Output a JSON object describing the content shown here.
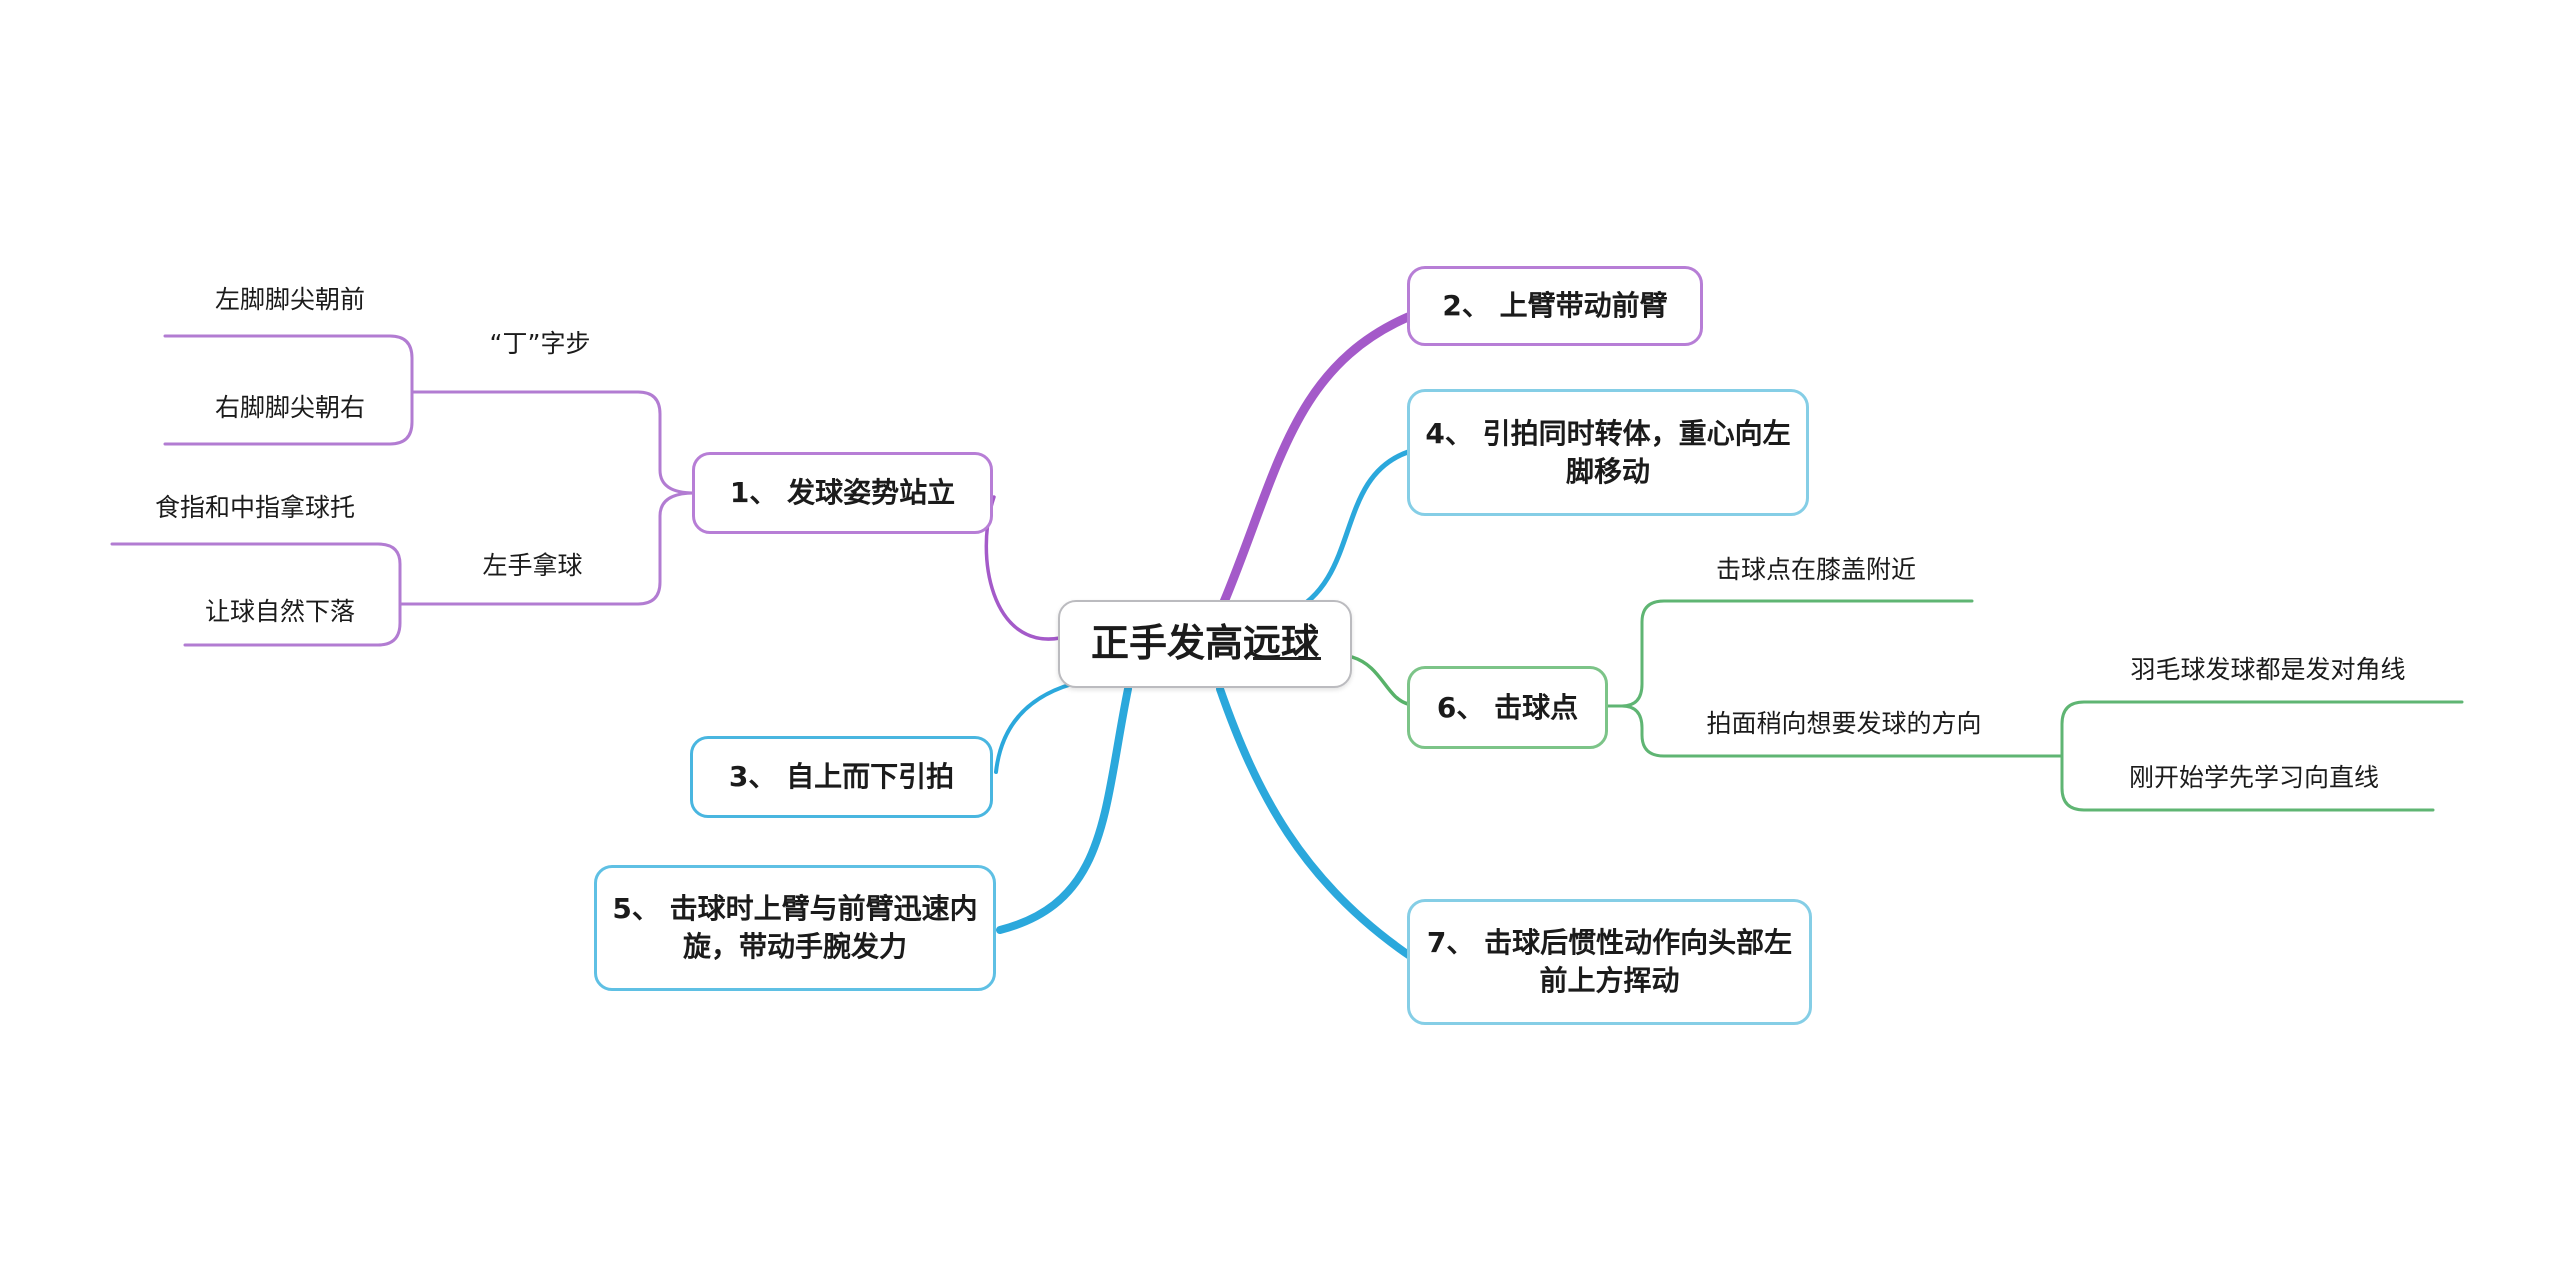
{
  "canvas": {
    "background": "#ffffff"
  },
  "colors": {
    "purple-line": "#a45ac9",
    "purple-sub-line": "#b27cd2",
    "blue-line": "#2ba8dc",
    "green-line": "#58b269",
    "green-sub-line": "#5fb573",
    "purple-border": "#b77ed6",
    "blue-border-strong": "#49b6e0",
    "blue-border-medium": "#5fc0e4",
    "blue-border-light": "#85cee6",
    "green-border": "#7cc488",
    "center-border": "#bbbbbf",
    "text": "#1b1b1b"
  },
  "center": {
    "label": "正手发高远球"
  },
  "nodes": [
    {
      "label": "1、 发球姿势站立"
    },
    {
      "label": "2、 上臂带动前臂"
    },
    {
      "label": "3、 自上而下引拍"
    },
    {
      "label": "4、 引拍同时转体，重心向左脚移动"
    },
    {
      "label": "5、 击球时上臂与前臂迅速内旋，带动手腕发力"
    },
    {
      "label": "6、 击球点"
    },
    {
      "label": "7、 击球后惯性动作向头部左前上方挥动"
    }
  ],
  "leaves": {
    "ding_step": "“丁”字步",
    "left_foot": "左脚脚尖朝前",
    "right_foot": "右脚脚尖朝右",
    "left_hand": "左手拿球",
    "fingers": "食指和中指拿球托",
    "drop": "让球自然下落",
    "hit_knee": "击球点在膝盖附近",
    "racket_face": "拍面稍向想要发球的方向",
    "diagonal": "羽毛球发球都是发对角线",
    "straight": "刚开始学先学习向直线"
  }
}
